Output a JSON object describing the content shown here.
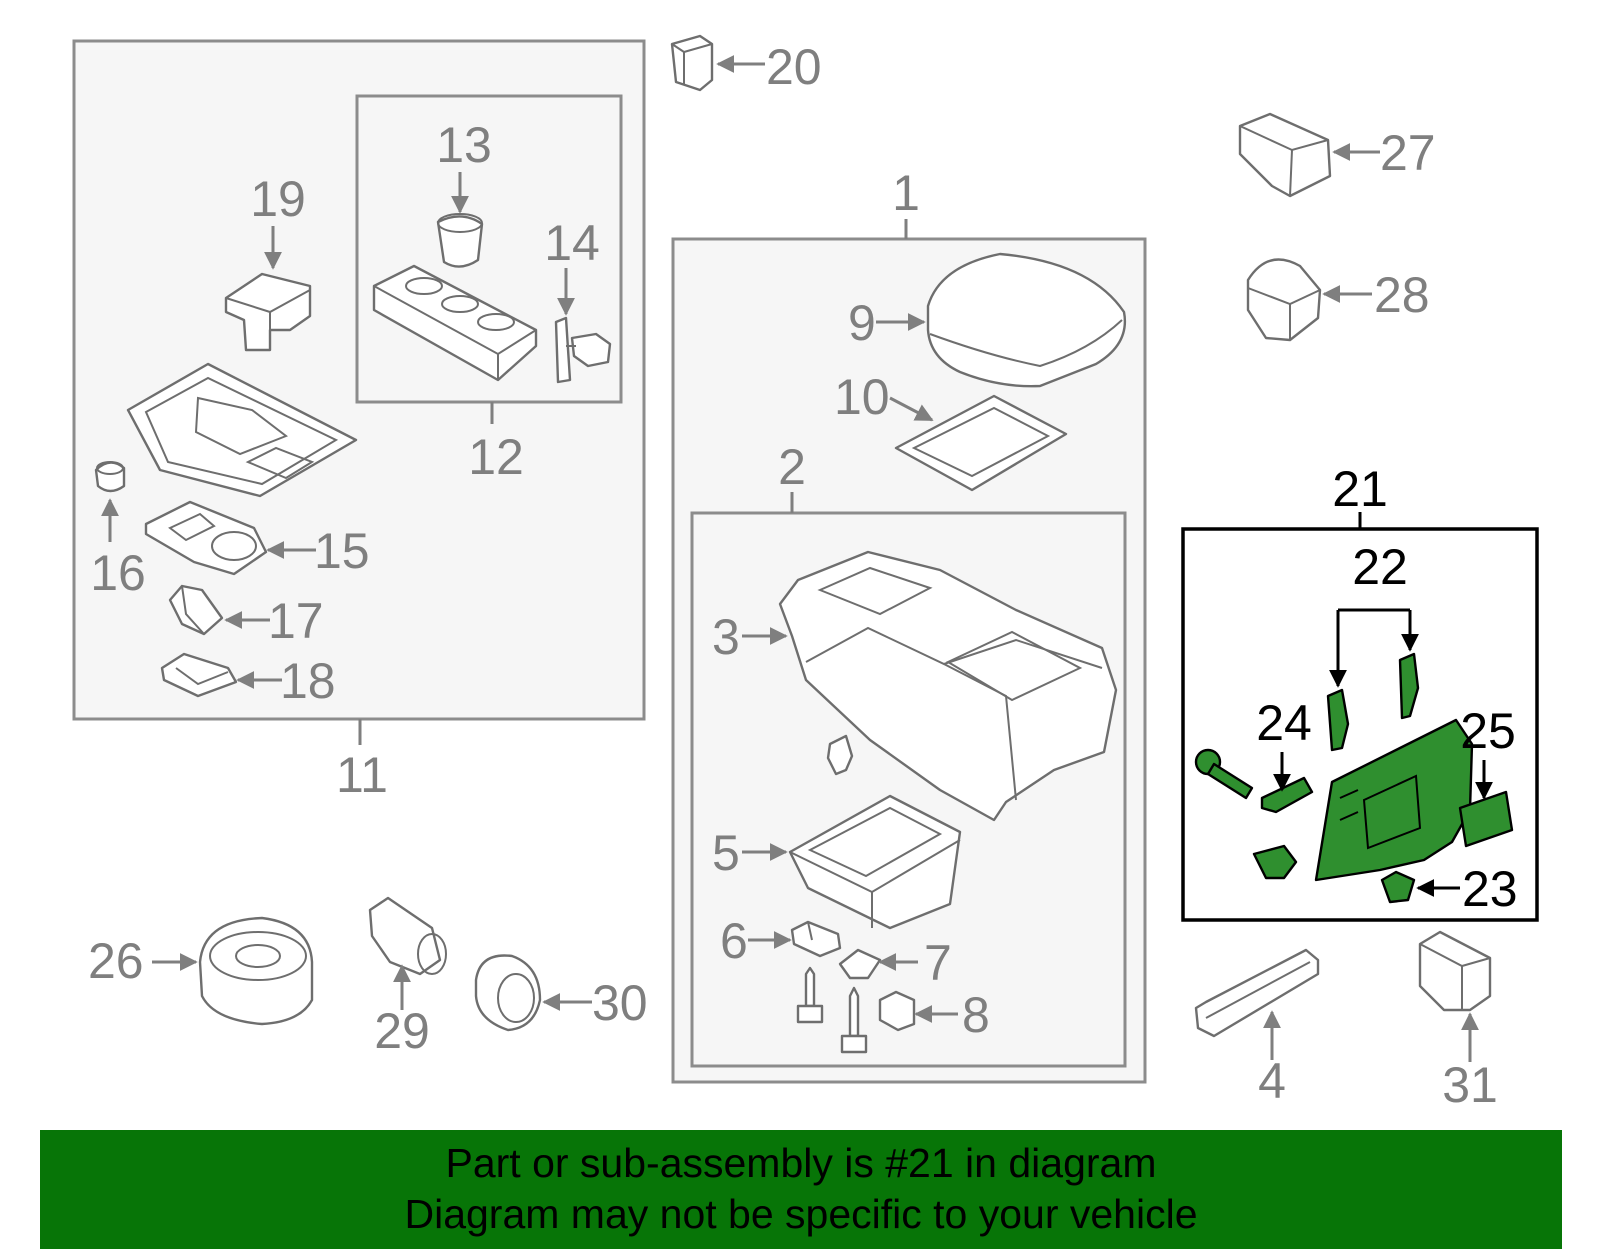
{
  "callouts": {
    "c1": "1",
    "c2": "2",
    "c3": "3",
    "c4": "4",
    "c5": "5",
    "c6": "6",
    "c7": "7",
    "c8": "8",
    "c9": "9",
    "c10": "10",
    "c11": "11",
    "c12": "12",
    "c13": "13",
    "c14": "14",
    "c15": "15",
    "c16": "16",
    "c17": "17",
    "c18": "18",
    "c19": "19",
    "c20": "20",
    "c21": "21",
    "c22": "22",
    "c23": "23",
    "c24": "24",
    "c25": "25",
    "c26": "26",
    "c27": "27",
    "c28": "28",
    "c29": "29",
    "c30": "30",
    "c31": "31"
  },
  "highlighted_part": "21",
  "colors": {
    "highlight_fill": "#2f8f2f",
    "banner_bg": "#077507",
    "line_gray": "#8c8c8c"
  },
  "banner": {
    "line1": "Part or sub-assembly is #21 in diagram",
    "line2": "Diagram may not be specific to your vehicle"
  }
}
